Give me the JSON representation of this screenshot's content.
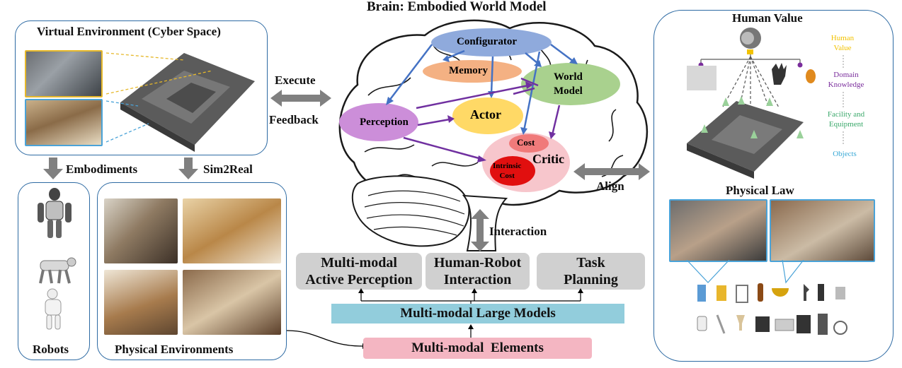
{
  "title": "Brain: Embodied World Model",
  "virtual_env": {
    "title": "Virtual Environment (Cyber Space)"
  },
  "arrows": {
    "execute": "Execute",
    "feedback": "Feedback",
    "embodiments": "Embodiments",
    "sim2real": "Sim2Real",
    "align": "Align",
    "interaction": "Interaction"
  },
  "robots": {
    "title": "Robots"
  },
  "physical_envs": {
    "title": "Physical Environments"
  },
  "brain_nodes": {
    "configurator": "Configurator",
    "memory": "Memory",
    "world_model": "World\nModel",
    "perception": "Perception",
    "actor": "Actor",
    "cost": "Cost",
    "critic": "Critic",
    "intrinsic_cost": "Intrinsic\nCost"
  },
  "capabilities": {
    "perception": "Multi-modal\nActive Perception",
    "hri": "Human-Robot\nInteraction",
    "planning": "Task\nPlanning"
  },
  "models": "Multi-modal Large Models",
  "elements": "Multi-modal  Elements",
  "right_panel": {
    "human_value": "Human Value",
    "physical_law": "Physical Law",
    "legend": [
      {
        "text": "Human\nValue",
        "color": "#f2c200"
      },
      {
        "text": "Domain\nKnowledge",
        "color": "#7a2d9c"
      },
      {
        "text": "Facility and\nEquipment",
        "color": "#3aa86a"
      },
      {
        "text": "Objects",
        "color": "#3aa9d6"
      }
    ]
  }
}
